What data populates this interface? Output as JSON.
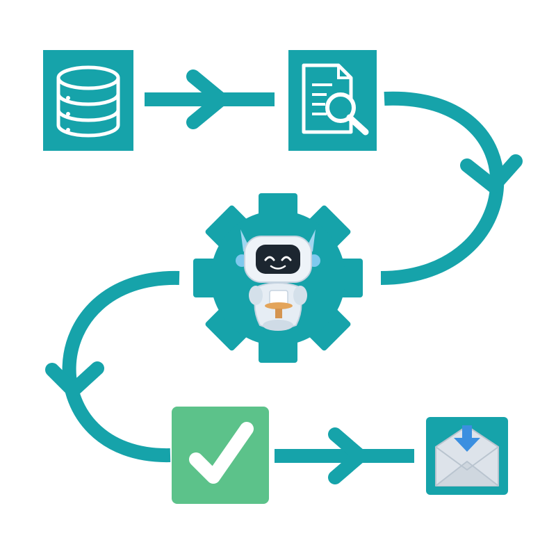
{
  "diagram": {
    "background": "#ffffff",
    "colors": {
      "teal": "#16a3aa",
      "teal_dark": "#12919a",
      "green": "#5cc28a",
      "white": "#ffffff",
      "mail_paper": "#dde3ea",
      "mail_arrow": "#3b8fe0"
    },
    "nodes": [
      {
        "id": "database",
        "icon": "database-icon"
      },
      {
        "id": "document-search",
        "icon": "document-search-icon"
      },
      {
        "id": "robot-gear",
        "icon": "robot-gear-icon"
      },
      {
        "id": "approval",
        "icon": "checkmark-icon"
      },
      {
        "id": "inbox",
        "icon": "mail-download-icon"
      }
    ],
    "connections": [
      {
        "from": "database",
        "to": "document-search"
      },
      {
        "from": "document-search",
        "to": "robot-gear"
      },
      {
        "from": "robot-gear",
        "to": "approval"
      },
      {
        "from": "approval",
        "to": "inbox"
      }
    ]
  }
}
